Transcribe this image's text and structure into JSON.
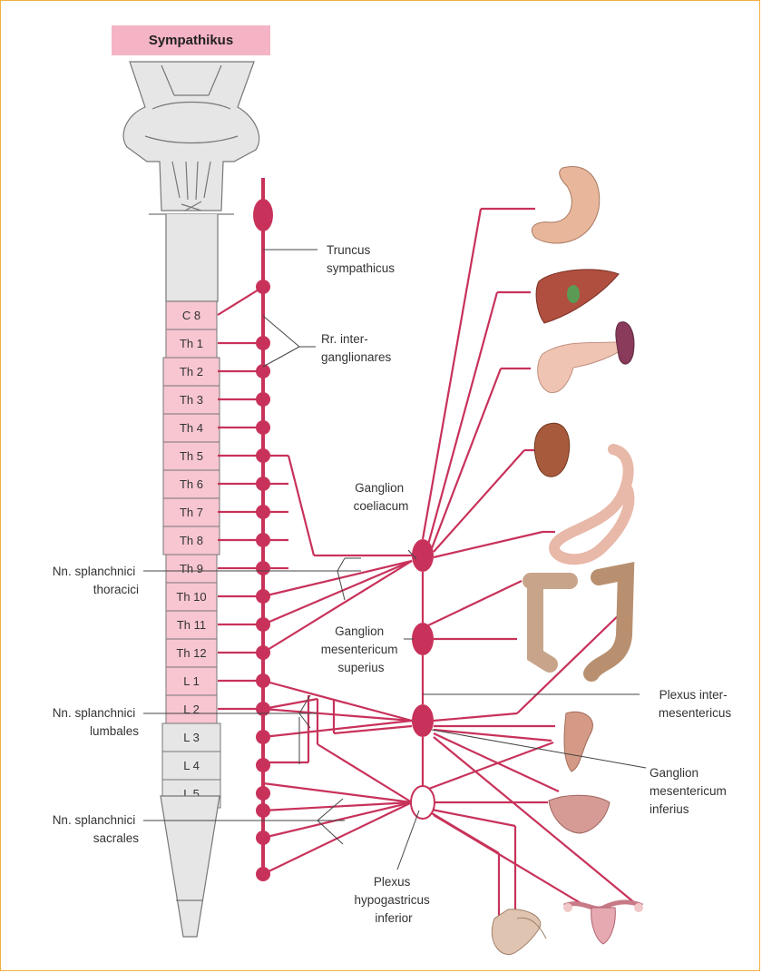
{
  "title": "Sympathikus",
  "segments": [
    {
      "label": "C 8",
      "sympathetic": true
    },
    {
      "label": "Th 1",
      "sympathetic": true
    },
    {
      "label": "Th 2",
      "sympathetic": true
    },
    {
      "label": "Th 3",
      "sympathetic": true
    },
    {
      "label": "Th 4",
      "sympathetic": true
    },
    {
      "label": "Th 5",
      "sympathetic": true
    },
    {
      "label": "Th 6",
      "sympathetic": true
    },
    {
      "label": "Th 7",
      "sympathetic": true
    },
    {
      "label": "Th 8",
      "sympathetic": true
    },
    {
      "label": "Th 9",
      "sympathetic": true
    },
    {
      "label": "Th 10",
      "sympathetic": true
    },
    {
      "label": "Th 11",
      "sympathetic": true
    },
    {
      "label": "Th 12",
      "sympathetic": true
    },
    {
      "label": "L 1",
      "sympathetic": true
    },
    {
      "label": "L 2",
      "sympathetic": true
    },
    {
      "label": "L 3",
      "sympathetic": false
    },
    {
      "label": "L 4",
      "sympathetic": false
    },
    {
      "label": "L 5",
      "sympathetic": false
    }
  ],
  "labels": {
    "truncus": [
      "Truncus",
      "sympathicus"
    ],
    "rr_inter": [
      "Rr. inter-",
      "ganglionares"
    ],
    "coeliacum": [
      "Ganglion",
      "coeliacum"
    ],
    "mes_sup": [
      "Ganglion",
      "mesentericum",
      "superius"
    ],
    "plexus_inter": [
      "Plexus inter-",
      "mesentericus"
    ],
    "mes_inf": [
      "Ganglion",
      "mesentericum",
      "inferius"
    ],
    "hypogastricus": [
      "Plexus",
      "hypogastricus",
      "inferior"
    ],
    "thoracici": [
      "Nn. splanchnici",
      "thoracici"
    ],
    "lumbales": [
      "Nn. splanchnici",
      "lumbales"
    ],
    "sacrales": [
      "Nn. splanchnici",
      "sacrales"
    ]
  },
  "colors": {
    "nerve": "#c8325a",
    "segment_pink": "#f7c6d1",
    "segment_grey": "#e6e6e6",
    "outline": "#777777",
    "title_bg": "#f5b4c5",
    "frame": "#f0b040"
  },
  "organs": [
    "stomach",
    "liver",
    "pancreas-spleen",
    "kidney-small-intestine",
    "colon",
    "rectum",
    "bladder",
    "male-genitals",
    "female-genitals"
  ]
}
